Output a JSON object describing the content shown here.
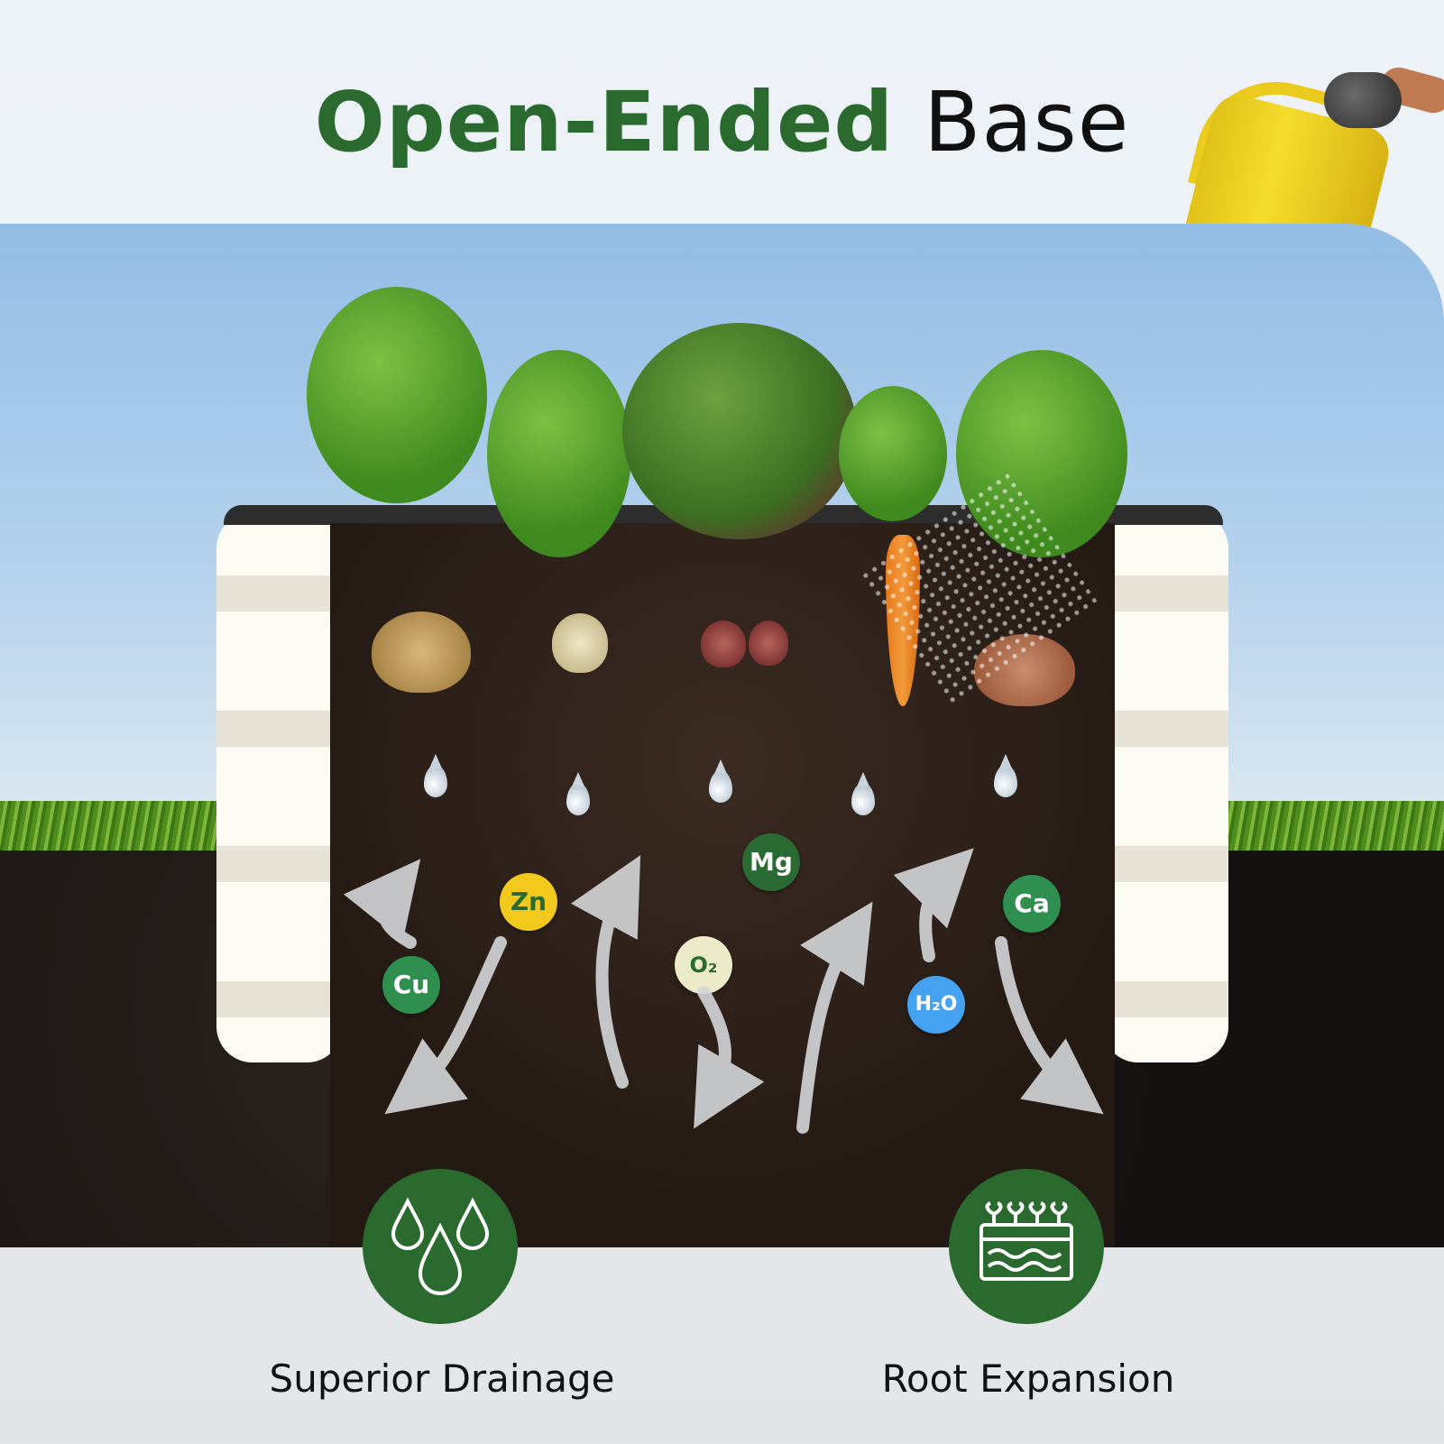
{
  "title": {
    "highlight": "Open-Ended",
    "rest": "Base"
  },
  "nutrients": [
    {
      "label": "Zn",
      "color": "#f2c91c",
      "text_color": "#2b6a2e"
    },
    {
      "label": "Cu",
      "color": "#2f8f4e",
      "text_color": "#ffffff"
    },
    {
      "label": "Mg",
      "color": "#2a6a33",
      "text_color": "#ffffff"
    },
    {
      "label": "O₂",
      "color": "#ecebc9",
      "text_color": "#2b6a2e"
    },
    {
      "label": "H₂O",
      "color": "#45a2f0",
      "text_color": "#ffffff"
    },
    {
      "label": "Ca",
      "color": "#2f8f4e",
      "text_color": "#ffffff"
    }
  ],
  "features": [
    {
      "label": "Superior Drainage",
      "icon": "water-drops-icon"
    },
    {
      "label": "Root Expansion",
      "icon": "seedling-bed-icon"
    }
  ],
  "colors": {
    "brand_green": "#2b6a2e",
    "watering_can": "#f6dc2c",
    "soil": "#241a14"
  }
}
